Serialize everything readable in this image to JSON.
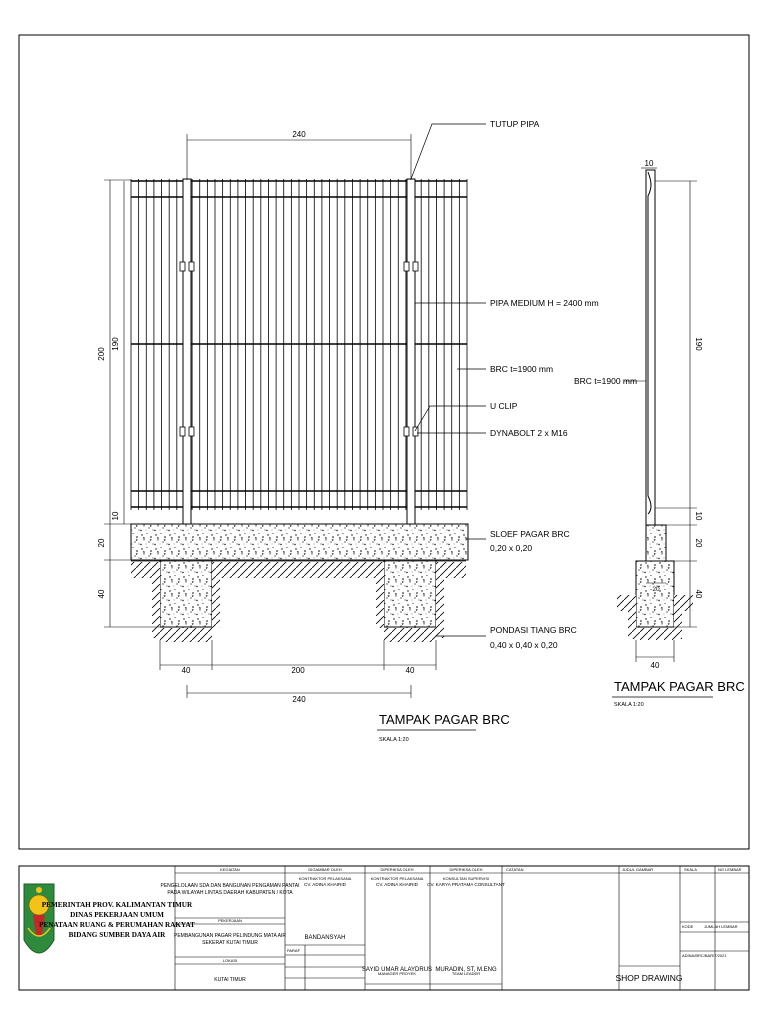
{
  "front_view": {
    "title": "TAMPAK PAGAR BRC",
    "scale": "SKALA 1:20",
    "dims": {
      "top_width": "240",
      "height_total": "200",
      "height_mesh": "190",
      "gap_10": "10",
      "sloof_20": "20",
      "found_40": "40",
      "bottom_left_40": "40",
      "bottom_mid": "200",
      "bottom_right_40": "40",
      "bottom_total": "240"
    },
    "labels": {
      "tutup_pipa": "TUTUP PIPA",
      "pipa": "PIPA MEDIUM H = 2400 mm",
      "brc": "BRC t=1900 mm",
      "uclip": "U CLIP",
      "dynabolt": "DYNABOLT 2 x M16",
      "sloof_1": "SLOEF PAGAR BRC",
      "sloof_2": "0,20 x 0,20",
      "pondasi_1": "PONDASI TIANG BRC",
      "pondasi_2": "0,40 x 0,40 x 0,20"
    }
  },
  "side_view": {
    "title": "TAMPAK PAGAR BRC",
    "scale": "SKALA 1:20",
    "dims": {
      "top": "10",
      "h190": "190",
      "h10": "10",
      "h20": "20",
      "h40": "40",
      "bottom": "40",
      "twenty": "20"
    },
    "brc_label": "BRC t=1900 mm"
  },
  "title_block": {
    "agency": [
      "PEMERINTAH PROV. KALIMANTAN TIMUR",
      "DINAS PEKERJAAN UMUM",
      "PENATAAN RUANG & PERUMAHAN RAKYAT",
      "BIDANG SUMBER DAYA AIR"
    ],
    "col_kegiatan": "KEGIATAN",
    "kegiatan_text": "PENGELOLAAN SDA DAN BANGUNAN PENGAMAN PANTAI PADA WILAYAH LINTAS DAERAH KABUPATEN / KOTA",
    "pekerjaan_head": "PEKERJAAN",
    "pekerjaan_text": "PEMBANGUNAN PAGAR PELINDUNG MATA AIR SEKERAT KUTAI TIMUR",
    "lokasi_head": "LOKASI",
    "lokasi_text": "KUTAI TIMUR",
    "col_digambar": "DIGAMBAR OLEH",
    "digambar_role": "KONTRAKTOR PELAKSANA",
    "digambar_company": "CV. ADINA KHAIRID",
    "digambar_name": "BANDANSYAH",
    "paraf": "PARAF",
    "col_diperiksa1": "DIPERIKSA OLEH",
    "diperiksa1_role": "KONTRAKTOR PELAKSANA",
    "diperiksa1_company": "CV. ADINA KHAIRID",
    "diperiksa1_name": "SAYID UMAR ALAYDRUS",
    "diperiksa1_title": "MANAGER PROYEK",
    "col_diperiksa2": "DIPERIKSA OLEH",
    "diperiksa2_role": "KONSULTAN SUPERVISI",
    "diperiksa2_company": "CV. KARYA PRATAMA CONSULTANT",
    "diperiksa2_name": "MURADIN, ST, M.ENG",
    "diperiksa2_title": "TEAM LEADER",
    "col_catatan": "CATATAN",
    "col_judul": "JUDUL GAMBAR",
    "judul": "SHOP DRAWING",
    "col_skala": "SKALA",
    "col_nolembar": "NO LEMBAR",
    "kode": "KODE",
    "jumlah": "JUMLAH LEMBAR",
    "kode_value": "ADINA/BRC/BAR/7/2021"
  }
}
